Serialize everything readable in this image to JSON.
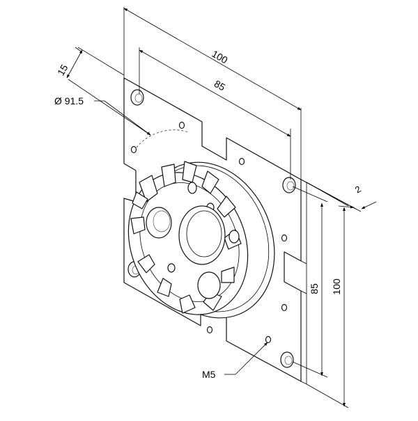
{
  "drawing": {
    "dimensions": {
      "width_overall": "100",
      "width_holes": "85",
      "offset": "15",
      "diameter": "Ø 91.5",
      "thickness": "2",
      "height_holes": "85",
      "height_overall": "100",
      "thread": "M5"
    }
  }
}
